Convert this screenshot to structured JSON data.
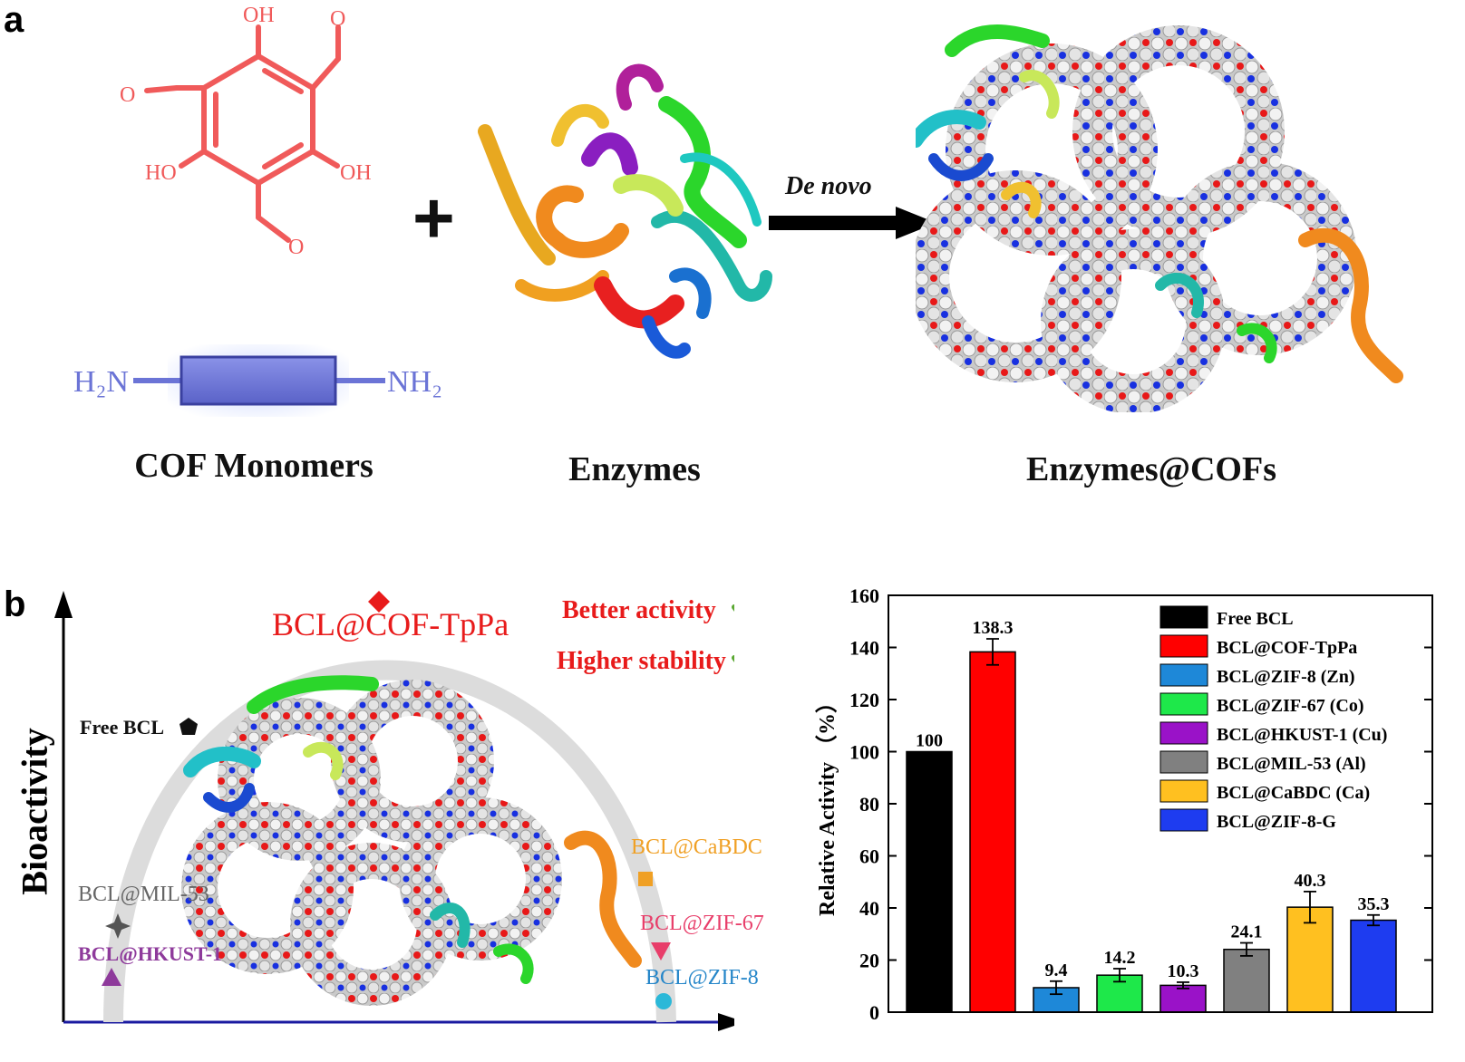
{
  "panel_a": {
    "letter": "a",
    "monomer_atoms": {
      "oh_top": "OH",
      "oh_left": "HO",
      "oh_right": "OH",
      "oxygen": "O"
    },
    "amine_left": "H₂N",
    "amine_right": "NH₂",
    "plus": "+",
    "arrow_label": "De novo",
    "captions": {
      "monomers": "COF Monomers",
      "enzymes": "Enzymes",
      "composite": "Enzymes@COFs"
    },
    "colors": {
      "monomer": "#f05a5a",
      "linker": "#6b74d6",
      "arrow": "#000000"
    }
  },
  "panel_b": {
    "letter": "b",
    "left": {
      "y_axis_label": "Bioactivity",
      "top_label": "BCL@COF-TpPa",
      "claims": [
        "Better activity",
        "Higher stability"
      ],
      "points": [
        {
          "label": "Free BCL",
          "color": "#111111",
          "marker": "pentagon"
        },
        {
          "label": "BCL@MIL-53",
          "color": "#666666",
          "marker": "star"
        },
        {
          "label": "BCL@HKUST-1",
          "color": "#8e3a9b",
          "marker": "triangle-up"
        },
        {
          "label": "BCL@CaBDC",
          "color": "#f0a024",
          "marker": "square"
        },
        {
          "label": "BCL@ZIF-67",
          "color": "#e83e6a",
          "marker": "triangle-down"
        },
        {
          "label": "BCL@ZIF-8",
          "color": "#2586c9",
          "marker": "circle"
        },
        {
          "label": "BCL@COF-TpPa",
          "color": "#e81b1b",
          "marker": "diamond"
        }
      ],
      "check_color": "#5aa832"
    }
  },
  "chart_data": {
    "type": "bar",
    "categories": [
      "Free BCL",
      "BCL@COF-TpPa",
      "BCL@ZIF-8 (Zn)",
      "BCL@ZIF-67 (Co)",
      "BCL@HKUST-1 (Cu)",
      "BCL@MIL-53 (Al)",
      "BCL@CaBDC (Ca)",
      "BCL@ZIF-8-G"
    ],
    "values": [
      100,
      138.3,
      9.4,
      14.2,
      10.3,
      24.1,
      40.3,
      35.3
    ],
    "value_labels": [
      "100",
      "138.3",
      "9.4",
      "14.2",
      "10.3",
      "24.1",
      "40.3",
      "35.3"
    ],
    "errors": [
      0,
      5,
      2.5,
      2.5,
      1.2,
      2.5,
      6,
      2
    ],
    "colors": [
      "#000000",
      "#ff0000",
      "#1e88d8",
      "#1ee84a",
      "#9a12c8",
      "#808080",
      "#ffc020",
      "#1e3cf0"
    ],
    "ylabel": "Relative Activity （%）",
    "xlabel": "",
    "ylim": [
      0,
      160
    ],
    "yticks": [
      0,
      20,
      40,
      60,
      80,
      100,
      120,
      140,
      160
    ],
    "legend_placement": "top-right",
    "grid": false
  }
}
